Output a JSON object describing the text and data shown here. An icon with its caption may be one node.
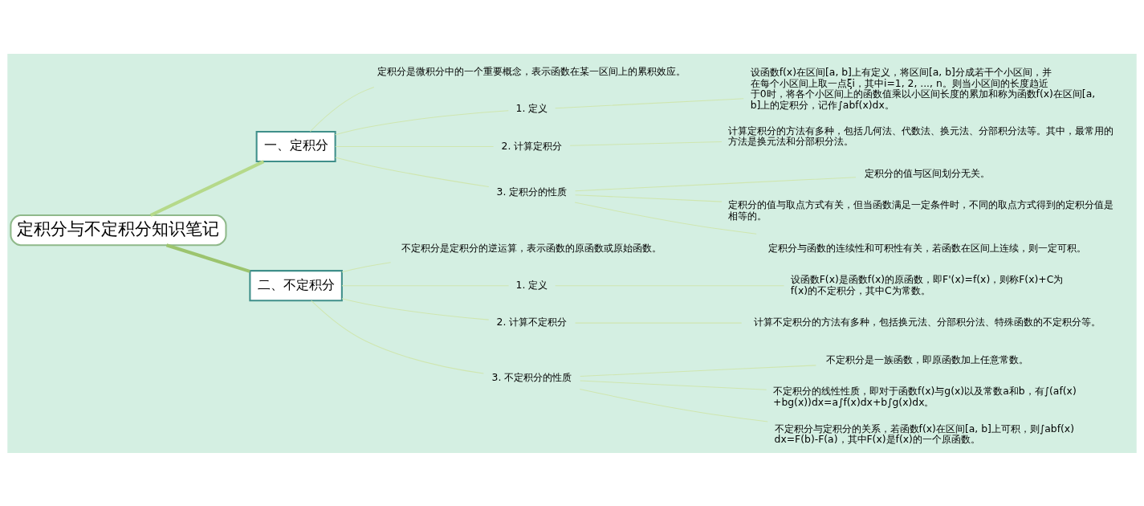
{
  "diagram": {
    "nodes": [
      {
        "text": [
          "定积分与不定积分知识笔记"
        ]
      },
      {
        "text": [
          "一、定积分"
        ]
      },
      {
        "text": [
          "定积分是微积分中的一个重要概念，表示函数在某一区间上的累积效应。"
        ]
      },
      {
        "text": [
          "1. 定义"
        ]
      },
      {
        "text": [
          "设函数f(x)在区间[a, b]上有定义，将区间[a, b]分成若干个小区间，并在每个小区间上取一点ξi，其中i=1, 2, ..., n。则当小区间的长度趋近于0时，将各个小区间上的函数值乘以小区间长度的累加和称为函数f(x)在区间[a, b]上的定积分，记作∫abf(x)dx。"
        ]
      },
      {
        "text": [
          "2. 计算定积分"
        ]
      },
      {
        "text": [
          "计算定积分的方法有多种，包括几何法、代数法、换元法、分部积分法等。其中，最常用的方法是换元法和分部积分法。"
        ]
      },
      {
        "text": [
          "3. 定积分的性质"
        ]
      },
      {
        "text": [
          "定积分的值与区间划分无关。"
        ]
      },
      {
        "text": [
          "定积分的值与取点方式有关，但当函数满足一定条件时，不同的取点方式得到的定积分值是相等的。"
        ]
      },
      {
        "text": [
          "定积分与函数的连续性和可积性有关，若函数在区间上连续，则一定可积。"
        ]
      },
      {
        "text": [
          "二、不定积分"
        ]
      },
      {
        "text": [
          "不定积分是定积分的逆运算，表示函数的原函数或原始函数。"
        ]
      },
      {
        "text": [
          "1. 定义"
        ]
      },
      {
        "text": [
          "设函数F(x)是函数f(x)的原函数，即F'(x)=f(x)，则称F(x)+C为f(x)的不定积分，其中C为常数。"
        ]
      },
      {
        "text": [
          "2. 计算不定积分"
        ]
      },
      {
        "text": [
          "计算不定积分的方法有多种，包括换元法、分部积分法、特殊函数的不定积分等。"
        ]
      },
      {
        "text": [
          "3. 不定积分的性质"
        ]
      },
      {
        "text": [
          "不定积分是一族函数，即原函数加上任意常数。"
        ]
      },
      {
        "text": [
          "不定积分的线性性质，即对于函数f(x)与g(x)以及常数a和b，有∫(af(x)+bg(x))dx=a∫f(x)dx+b∫g(x)dx。"
        ]
      },
      {
        "text": [
          "不定积分与定积分的关系，若函数f(x)在区间[a, b]上可积，则∫abf(x)dx=F(b)-F(a)，其中F(x)是f(x)的一个原函数。"
        ]
      }
    ],
    "edges": [
      {
        "from": 0,
        "to": 1,
        "arrow": "none",
        "style": "thick",
        "color": "#b5d98a"
      },
      {
        "from": 1,
        "to": 2,
        "arrow": "none"
      },
      {
        "from": 1,
        "to": 3,
        "arrow": "none"
      },
      {
        "from": 3,
        "to": 4,
        "arrow": "none"
      },
      {
        "from": 1,
        "to": 5,
        "arrow": "none"
      },
      {
        "from": 5,
        "to": 6,
        "arrow": "none"
      },
      {
        "from": 1,
        "to": 7,
        "arrow": "none"
      },
      {
        "from": 7,
        "to": 8,
        "arrow": "none"
      },
      {
        "from": 7,
        "to": 9,
        "arrow": "none"
      },
      {
        "from": 7,
        "to": 10,
        "arrow": "none"
      },
      {
        "from": 0,
        "to": 11,
        "arrow": "none",
        "style": "thick",
        "color": "#9cc46e"
      },
      {
        "from": 11,
        "to": 12,
        "arrow": "none"
      },
      {
        "from": 11,
        "to": 13,
        "arrow": "none"
      },
      {
        "from": 13,
        "to": 14,
        "arrow": "none"
      },
      {
        "from": 11,
        "to": 15,
        "arrow": "none"
      },
      {
        "from": 15,
        "to": 16,
        "arrow": "none"
      },
      {
        "from": 11,
        "to": 17,
        "arrow": "none"
      },
      {
        "from": 17,
        "to": 18,
        "arrow": "none"
      },
      {
        "from": 17,
        "to": 19,
        "arrow": "none"
      },
      {
        "from": 17,
        "to": 20,
        "arrow": "none"
      }
    ]
  }
}
